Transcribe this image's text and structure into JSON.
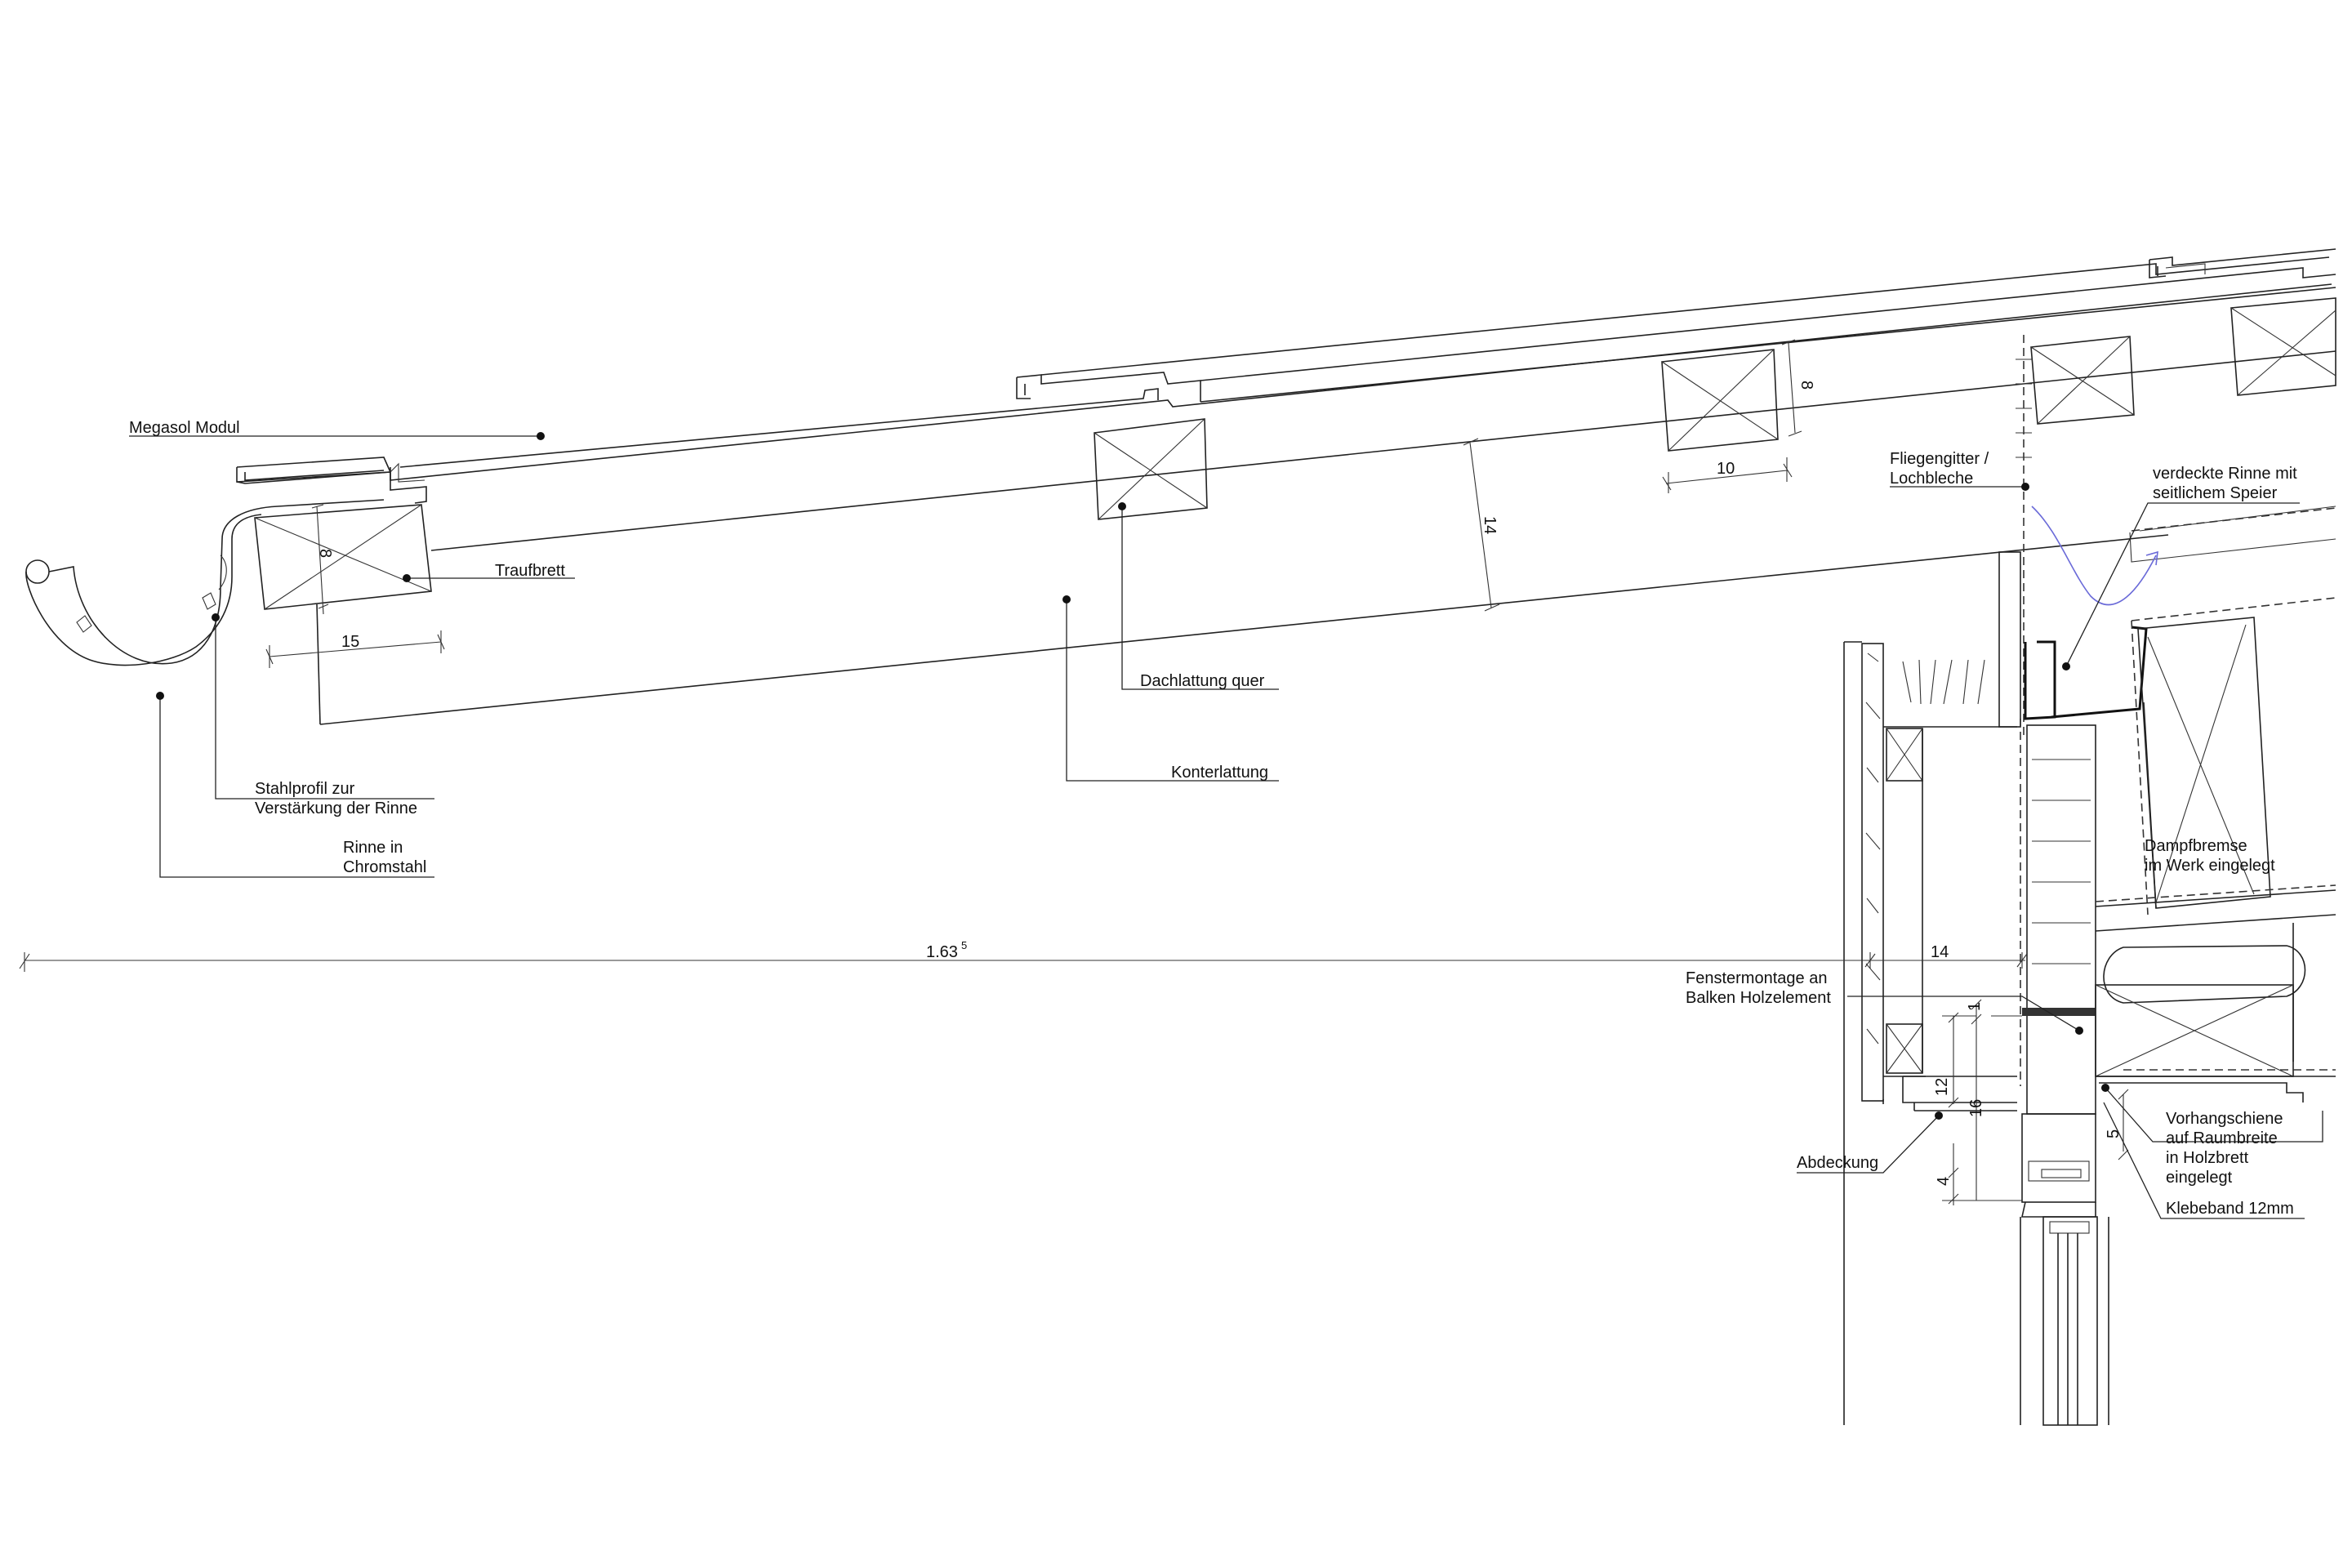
{
  "labels": {
    "megasol": "Megasol Modul",
    "traufbrett": "Traufbrett",
    "dachlattung": "Dachlattung quer",
    "konterlattung": "Konterlattung",
    "stahlprofil_1": "Stahlprofil zur",
    "stahlprofil_2": "Verstärkung der Rinne",
    "rinne_1": "Rinne in",
    "rinne_2": "Chromstahl",
    "fliegengitter_1": "Fliegengitter /",
    "fliegengitter_2": "Lochbleche",
    "verdeckte_1": "verdeckte Rinne mit",
    "verdeckte_2": "seitlichem Speier",
    "dampfbremse_1": "Dampfbremse",
    "dampfbremse_2": "im Werk eingelegt",
    "fenstermontage_1": "Fenstermontage an",
    "fenstermontage_2": "Balken Holzelement",
    "abdeckung": "Abdeckung",
    "vorhang_1": "Vorhangschiene",
    "vorhang_2": "auf Raumbreite",
    "vorhang_3": "in Holzbrett",
    "vorhang_4": "eingelegt",
    "klebeband": "Klebeband 12mm"
  },
  "dims": {
    "d15": "15",
    "d8a": "8",
    "d14": "14",
    "d10": "10",
    "d8b": "8",
    "d163": "1.63",
    "d163_sup": "5",
    "d14b": "14",
    "d1": "1",
    "d12": "12",
    "d16": "16",
    "d4": "4",
    "d5": "5"
  }
}
